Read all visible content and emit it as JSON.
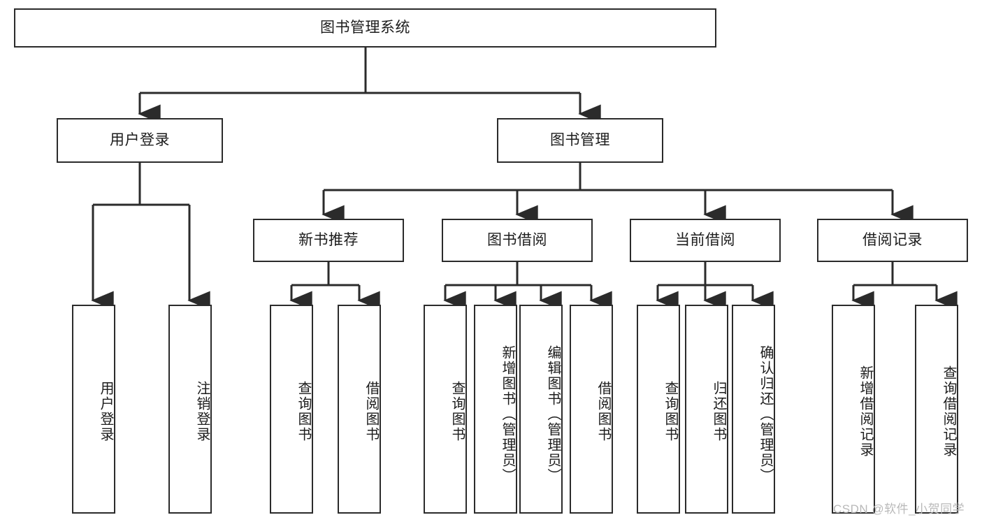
{
  "diagram": {
    "type": "hierarchy-tree",
    "title": "图书管理系统",
    "orientation": "top-down",
    "levels": 4,
    "colors": {
      "background": "#ffffff",
      "box_border": "#2b2b2b",
      "box_fill": "#ffffff",
      "connector": "#2b2b2b",
      "text": "#1c1c1c",
      "watermark": "#b9b9b9"
    }
  },
  "root": {
    "label": "图书管理系统"
  },
  "level2": [
    {
      "label": "用户登录"
    },
    {
      "label": "图书管理"
    }
  ],
  "level3": [
    {
      "label": "新书推荐"
    },
    {
      "label": "图书借阅"
    },
    {
      "label": "当前借阅"
    },
    {
      "label": "借阅记录"
    }
  ],
  "leaves": {
    "user_login": [
      {
        "label": "用户登录"
      },
      {
        "label": "注销登录"
      }
    ],
    "new_book_recommend": [
      {
        "label": "查询图书"
      },
      {
        "label": "借阅图书"
      }
    ],
    "book_borrow": [
      {
        "label": "查询图书"
      },
      {
        "label": "新增图书（管理员）"
      },
      {
        "label": "编辑图书（管理员）"
      },
      {
        "label": "借阅图书"
      }
    ],
    "current_borrow": [
      {
        "label": "查询图书"
      },
      {
        "label": "归还图书"
      },
      {
        "label": "确认归还（管理员）"
      }
    ],
    "borrow_record": [
      {
        "label": "新增借阅记录"
      },
      {
        "label": "查询借阅记录"
      }
    ]
  },
  "watermark": {
    "text": "CSDN @软件_小贺同学"
  }
}
